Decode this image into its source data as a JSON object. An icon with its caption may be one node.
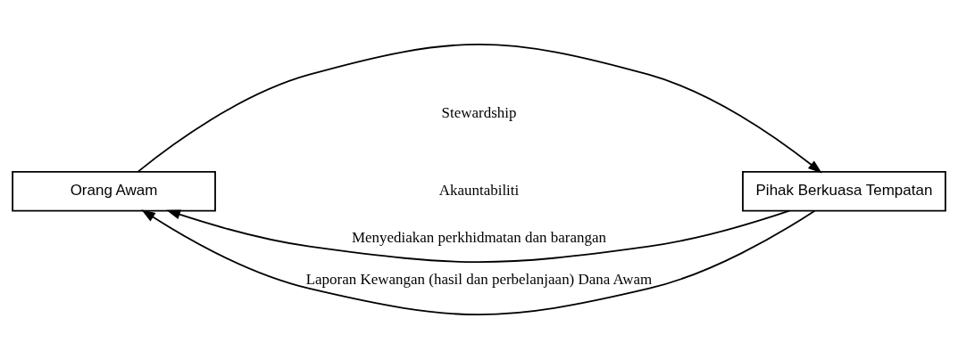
{
  "diagram": {
    "nodes": [
      {
        "text": [
          "Orang Awam"
        ]
      },
      {
        "text": [
          "Pihak Berkuasa Tempatan"
        ]
      }
    ],
    "edges": [
      {
        "from": 1,
        "to": 0,
        "arrow": "to",
        "label": "Menyediakan perkhidmatan dan barangan"
      },
      {
        "from": 0,
        "to": 1,
        "arrow": "to"
      },
      {
        "from": 1,
        "to": 0,
        "arrow": "to",
        "label": "Laporan Kewangan (hasil dan perbelanjaan) Dana Awam"
      }
    ],
    "labels": [
      "Stewardship",
      "Akauntabiliti"
    ]
  }
}
